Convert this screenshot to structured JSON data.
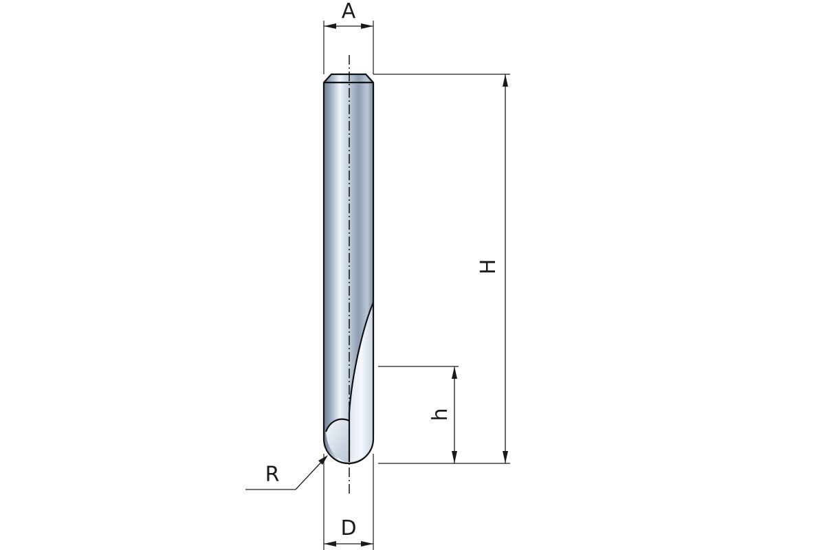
{
  "drawing": {
    "labels": {
      "A": "A",
      "H": "H",
      "h": "h",
      "R": "R",
      "D": "D"
    },
    "colors": {
      "steel_dark": "#6f7f92",
      "steel_mid": "#a9b9cc",
      "steel_light": "#eef3fa",
      "line": "#1a1a1a"
    }
  }
}
